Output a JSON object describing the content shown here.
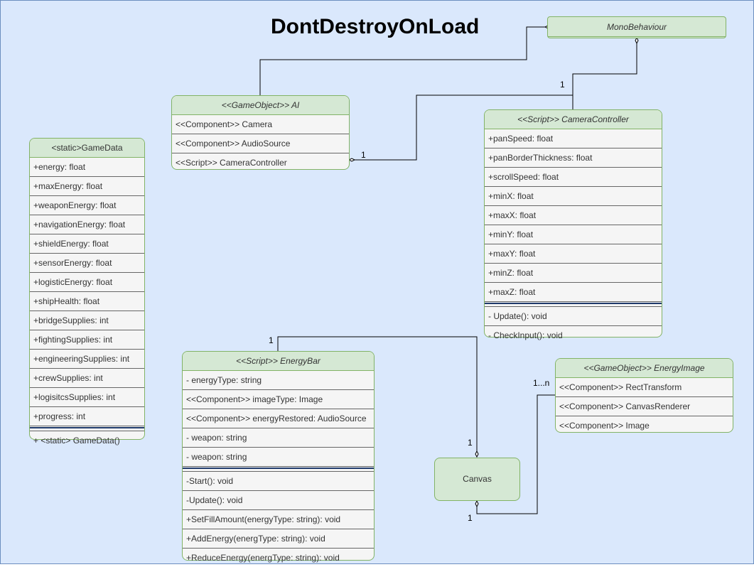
{
  "title": "DontDestroyOnLoad",
  "monobehaviour": {
    "name": "MonoBehaviour"
  },
  "ai": {
    "name": "<<GameObject>> AI",
    "attributes": [
      "<<Component>> Camera",
      "<<Component>> AudioSource",
      "<<Script>> CameraController"
    ]
  },
  "gamedata": {
    "name": "<static>GameData",
    "attributes": [
      "+energy: float",
      "+maxEnergy: float",
      "+weaponEnergy: float",
      "+navigationEnergy: float",
      "+shieldEnergy: float",
      "+sensorEnergy: float",
      "+logisticEnergy: float",
      "+shipHealth: float",
      "+bridgeSupplies: int",
      "+fightingSupplies: int",
      "+engineeringSupplies: int",
      "+crewSupplies: int",
      "+logisitcsSupplies: int",
      "+progress: int"
    ],
    "methods": [
      "+ <static> GameData()"
    ]
  },
  "cameracontroller": {
    "name": "<<Script>> CameraController",
    "attributes": [
      "+panSpeed: float",
      "+panBorderThickness: float",
      "+scrollSpeed: float",
      "+minX: float",
      "+maxX: float",
      "+minY: float",
      "+maxY: float",
      "+minZ: float",
      "+maxZ: float"
    ],
    "methods": [
      "- Update(): void",
      "- CheckInput(): void"
    ]
  },
  "energybar": {
    "name": "<<Script>> EnergyBar",
    "attributes": [
      "- energyType: string",
      "<<Component>> imageType: Image",
      "<<Component>> energyRestored: AudioSource",
      "- weapon: string",
      "- weapon: string"
    ],
    "methods": [
      "-Start(): void",
      "-Update(): void",
      "+SetFillAmount(energyType: string): void",
      "+AddEnergy(energType: string): void",
      "+ReduceEnergy(energType: string): void"
    ]
  },
  "energyimage": {
    "name": "<<GameObject>> EnergyImage",
    "attributes": [
      "<<Component>> RectTransform",
      "<<Component>> CanvasRenderer",
      "<<Component>> Image"
    ]
  },
  "canvas": {
    "name": "Canvas"
  },
  "multiplicities": {
    "ai_cc": "1",
    "cc_mono": "1",
    "eb_canvas_top": "1",
    "eb_canvas_bottom": "1",
    "ei_canvas_top": "1...n",
    "ei_canvas_bottom": "1"
  },
  "colors": {
    "background": "#dae8fc",
    "background_border": "#6c8ebf",
    "header_fill": "#d5e8d4",
    "header_border": "#82b366",
    "body_fill": "#f5f5f5"
  }
}
